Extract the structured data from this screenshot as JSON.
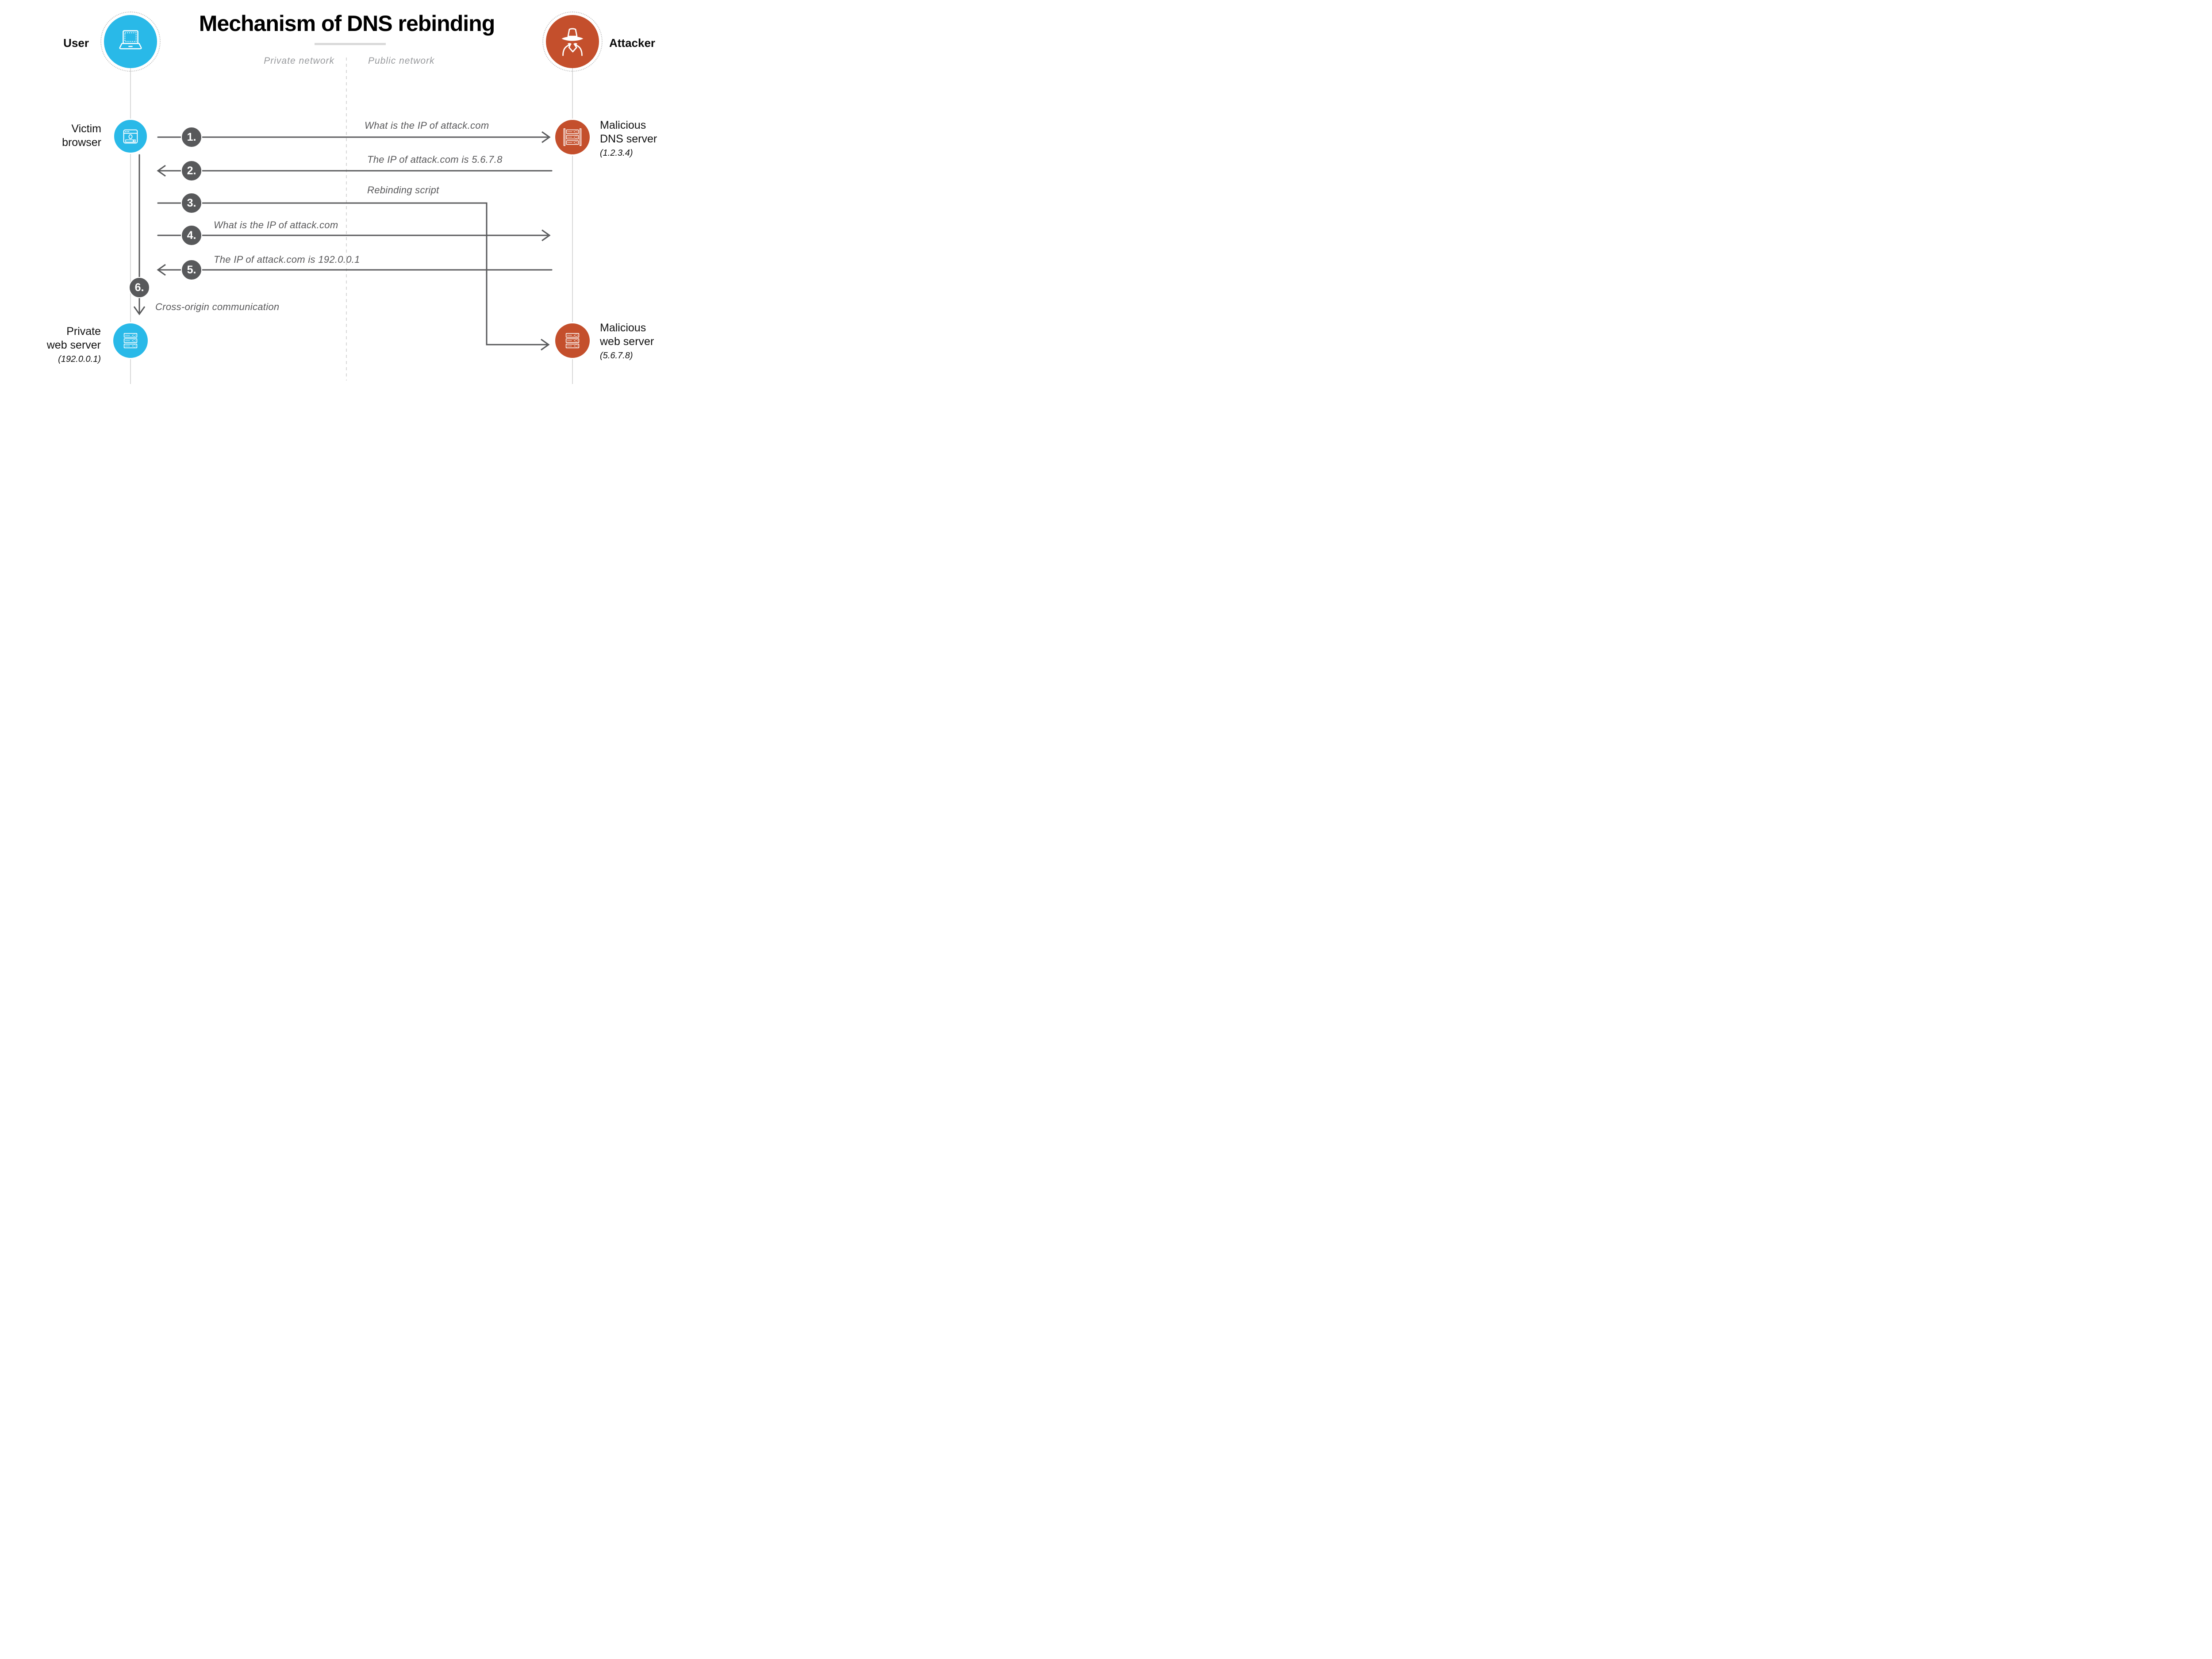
{
  "title": "Mechanism of DNS rebinding",
  "zones": {
    "private": "Private network",
    "public": "Public network"
  },
  "actors": {
    "user": {
      "name": "User"
    },
    "attacker": {
      "name": "Attacker"
    },
    "victim_browser": {
      "lines": [
        "Victim",
        "browser"
      ]
    },
    "malicious_dns_server": {
      "lines": [
        "Malicious",
        "DNS server"
      ],
      "ip": "(1.2.3.4)"
    },
    "private_web_server": {
      "lines": [
        "Private",
        "web server"
      ],
      "ip": "(192.0.0.1)"
    },
    "malicious_web_server": {
      "lines": [
        "Malicious",
        "web server"
      ],
      "ip": "(5.6.7.8)"
    }
  },
  "steps": [
    {
      "num": "1.",
      "text": "What is the IP of attack.com"
    },
    {
      "num": "2.",
      "text": "The IP of attack.com is 5.6.7.8"
    },
    {
      "num": "3.",
      "text": "Rebinding script"
    },
    {
      "num": "4.",
      "text": "What is the IP of attack.com"
    },
    {
      "num": "5.",
      "text": "The IP of attack.com is 192.0.0.1"
    },
    {
      "num": "6.",
      "text": "Cross-origin communication"
    }
  ],
  "icons": [
    "laptop-icon",
    "spy-icon",
    "browser-window-icon",
    "server-rack-icon"
  ],
  "colors": {
    "blue": "#29b9e8",
    "red": "#c44f2c",
    "dark_gray": "#58595b",
    "light_gray_line": "#cbcbcb",
    "zone_label_gray": "#97999c",
    "title_underline": "#d9d9d9"
  }
}
